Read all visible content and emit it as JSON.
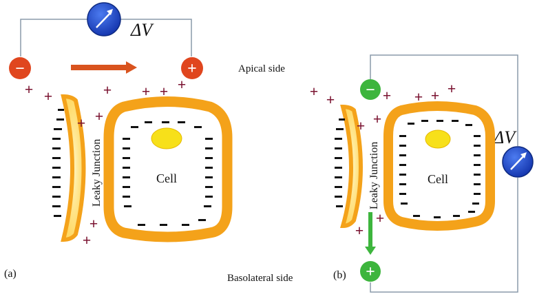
{
  "labels": {
    "apical": "Apical side",
    "basolateral": "Basolateral side",
    "panel_a": "(a)",
    "panel_b": "(b)",
    "cell": "Cell",
    "junction": "Leaky Junction",
    "delta_v": "ΔV"
  },
  "symbols": {
    "plus": "+",
    "minus": "−"
  },
  "colors": {
    "membrane": "#F4A21A",
    "membrane_glow": "#FFD966",
    "nucleus": "#F7E01A",
    "meter": "#1F4FD6",
    "electrode_a": "#E0461E",
    "electrode_b": "#3DB53D",
    "arrow_a": "#D9531E",
    "arrow_b": "#3DB53D",
    "charge_plus": "#7A1230",
    "charge_minus": "#111111",
    "wire": "#8A9AAA"
  },
  "icons": {
    "meter": "voltmeter-icon",
    "electrode_neg": "minus-electrode-icon",
    "electrode_pos": "plus-electrode-icon"
  }
}
